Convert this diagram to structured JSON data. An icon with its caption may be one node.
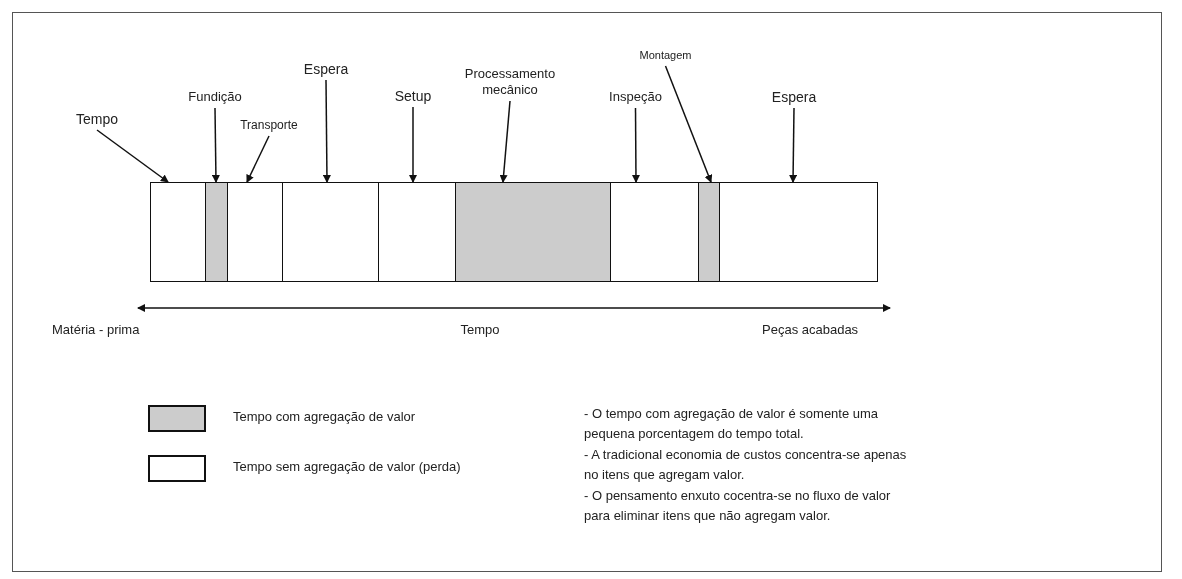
{
  "diagram": {
    "nodes": [
      {
        "text": [
          "Tempo"
        ]
      },
      {
        "text": [
          "Fundição"
        ]
      },
      {
        "text": [
          "Transporte"
        ]
      },
      {
        "text": [
          "Espera"
        ]
      },
      {
        "text": [
          "Setup"
        ]
      },
      {
        "text": [
          "Processamento mecânico"
        ]
      },
      {
        "text": [
          "Inspeção"
        ]
      },
      {
        "text": [
          "Montagem"
        ]
      },
      {
        "text": [
          "Espera"
        ]
      },
      {
        "text": [],
        "shape": "box"
      },
      {
        "text": [],
        "shape": "box"
      },
      {
        "text": [],
        "shape": "box"
      },
      {
        "text": [],
        "shape": "box"
      },
      {
        "text": [],
        "shape": "box"
      },
      {
        "text": [],
        "shape": "box"
      },
      {
        "text": [],
        "shape": "box"
      },
      {
        "text": [],
        "shape": "box"
      },
      {
        "text": [],
        "shape": "box"
      }
    ],
    "edges": [
      {
        "from": 0,
        "to": 9,
        "arrow": "to"
      },
      {
        "from": 1,
        "to": 10,
        "arrow": "to"
      },
      {
        "from": 2,
        "to": 11,
        "arrow": "to"
      },
      {
        "from": 3,
        "to": 12,
        "arrow": "to"
      },
      {
        "from": 4,
        "to": 13,
        "arrow": "to"
      },
      {
        "from": 5,
        "to": 14,
        "arrow": "to"
      },
      {
        "from": 6,
        "to": 15,
        "arrow": "to"
      },
      {
        "from": 7,
        "to": 16,
        "arrow": "to"
      },
      {
        "from": 8,
        "to": 17,
        "arrow": "to"
      }
    ],
    "labels": [
      "Matéria - prima",
      "Tempo",
      "Peças acabadas",
      "- O tempo com agregação de valor é somente uma pequena porcentagem do tempo total.",
      "- A tradicional economia de custos concentra-se apenas no itens que agregam valor.",
      "- O pensamento enxuto cocentra-se no fluxo de valor para eliminar itens que não agregam valor."
    ],
    "legend": [
      {
        "text": "Tempo com agregação de valor",
        "color": "#cccccc"
      },
      {
        "text": "Tempo sem agregação de valor (perda)",
        "color": "#ffffff"
      }
    ]
  }
}
